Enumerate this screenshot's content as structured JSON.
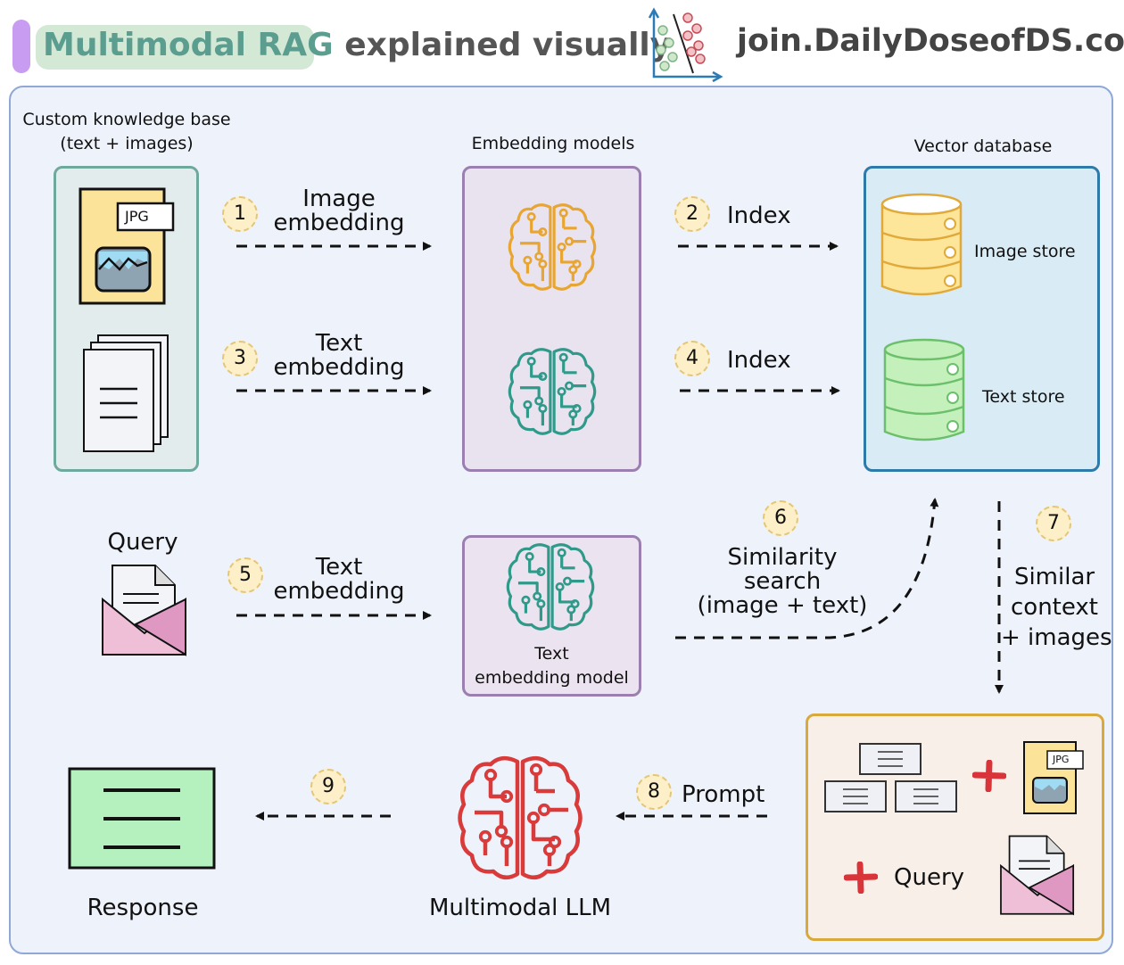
{
  "header": {
    "title_highlight": "Multimodal RAG",
    "title_rest": "explained visually",
    "site": "join.DailyDoseofDS.com",
    "logo_icon": "scatter-classifier-logo-icon"
  },
  "knowledge_base": {
    "label_line1": "Custom knowledge base",
    "label_line2": "(text + images)",
    "jpg_tag": "JPG"
  },
  "embedding_models": {
    "label": "Embedding models"
  },
  "vector_db": {
    "label": "Vector database",
    "image_store": "Image store",
    "text_store": "Text store"
  },
  "steps": [
    {
      "num": "1",
      "label_line1": "Image",
      "label_line2": "embedding"
    },
    {
      "num": "2",
      "label_line1": "Index"
    },
    {
      "num": "3",
      "label_line1": "Text",
      "label_line2": "embedding"
    },
    {
      "num": "4",
      "label_line1": "Index"
    },
    {
      "num": "5",
      "label_line1": "Text",
      "label_line2": "embedding"
    },
    {
      "num": "6",
      "label_line1": "Similarity",
      "label_line2": "search",
      "label_line3": "(image + text)"
    },
    {
      "num": "7",
      "label_line1": "Similar",
      "label_line2": "context",
      "label_line3": "+ images"
    },
    {
      "num": "8",
      "label_line1": "Prompt"
    },
    {
      "num": "9"
    }
  ],
  "query": {
    "label": "Query"
  },
  "text_model": {
    "label_line1": "Text",
    "label_line2": "embedding model"
  },
  "context": {
    "query_label": "Query",
    "jpg_tag": "JPG"
  },
  "llm": {
    "label": "Multimodal LLM"
  },
  "response": {
    "label": "Response"
  },
  "colors": {
    "image_brain": "#e8a531",
    "text_brain": "#2f9a8a",
    "llm_brain": "#d93a3a",
    "plus": "#d9343a",
    "panel_border": "#8fa8d6"
  }
}
